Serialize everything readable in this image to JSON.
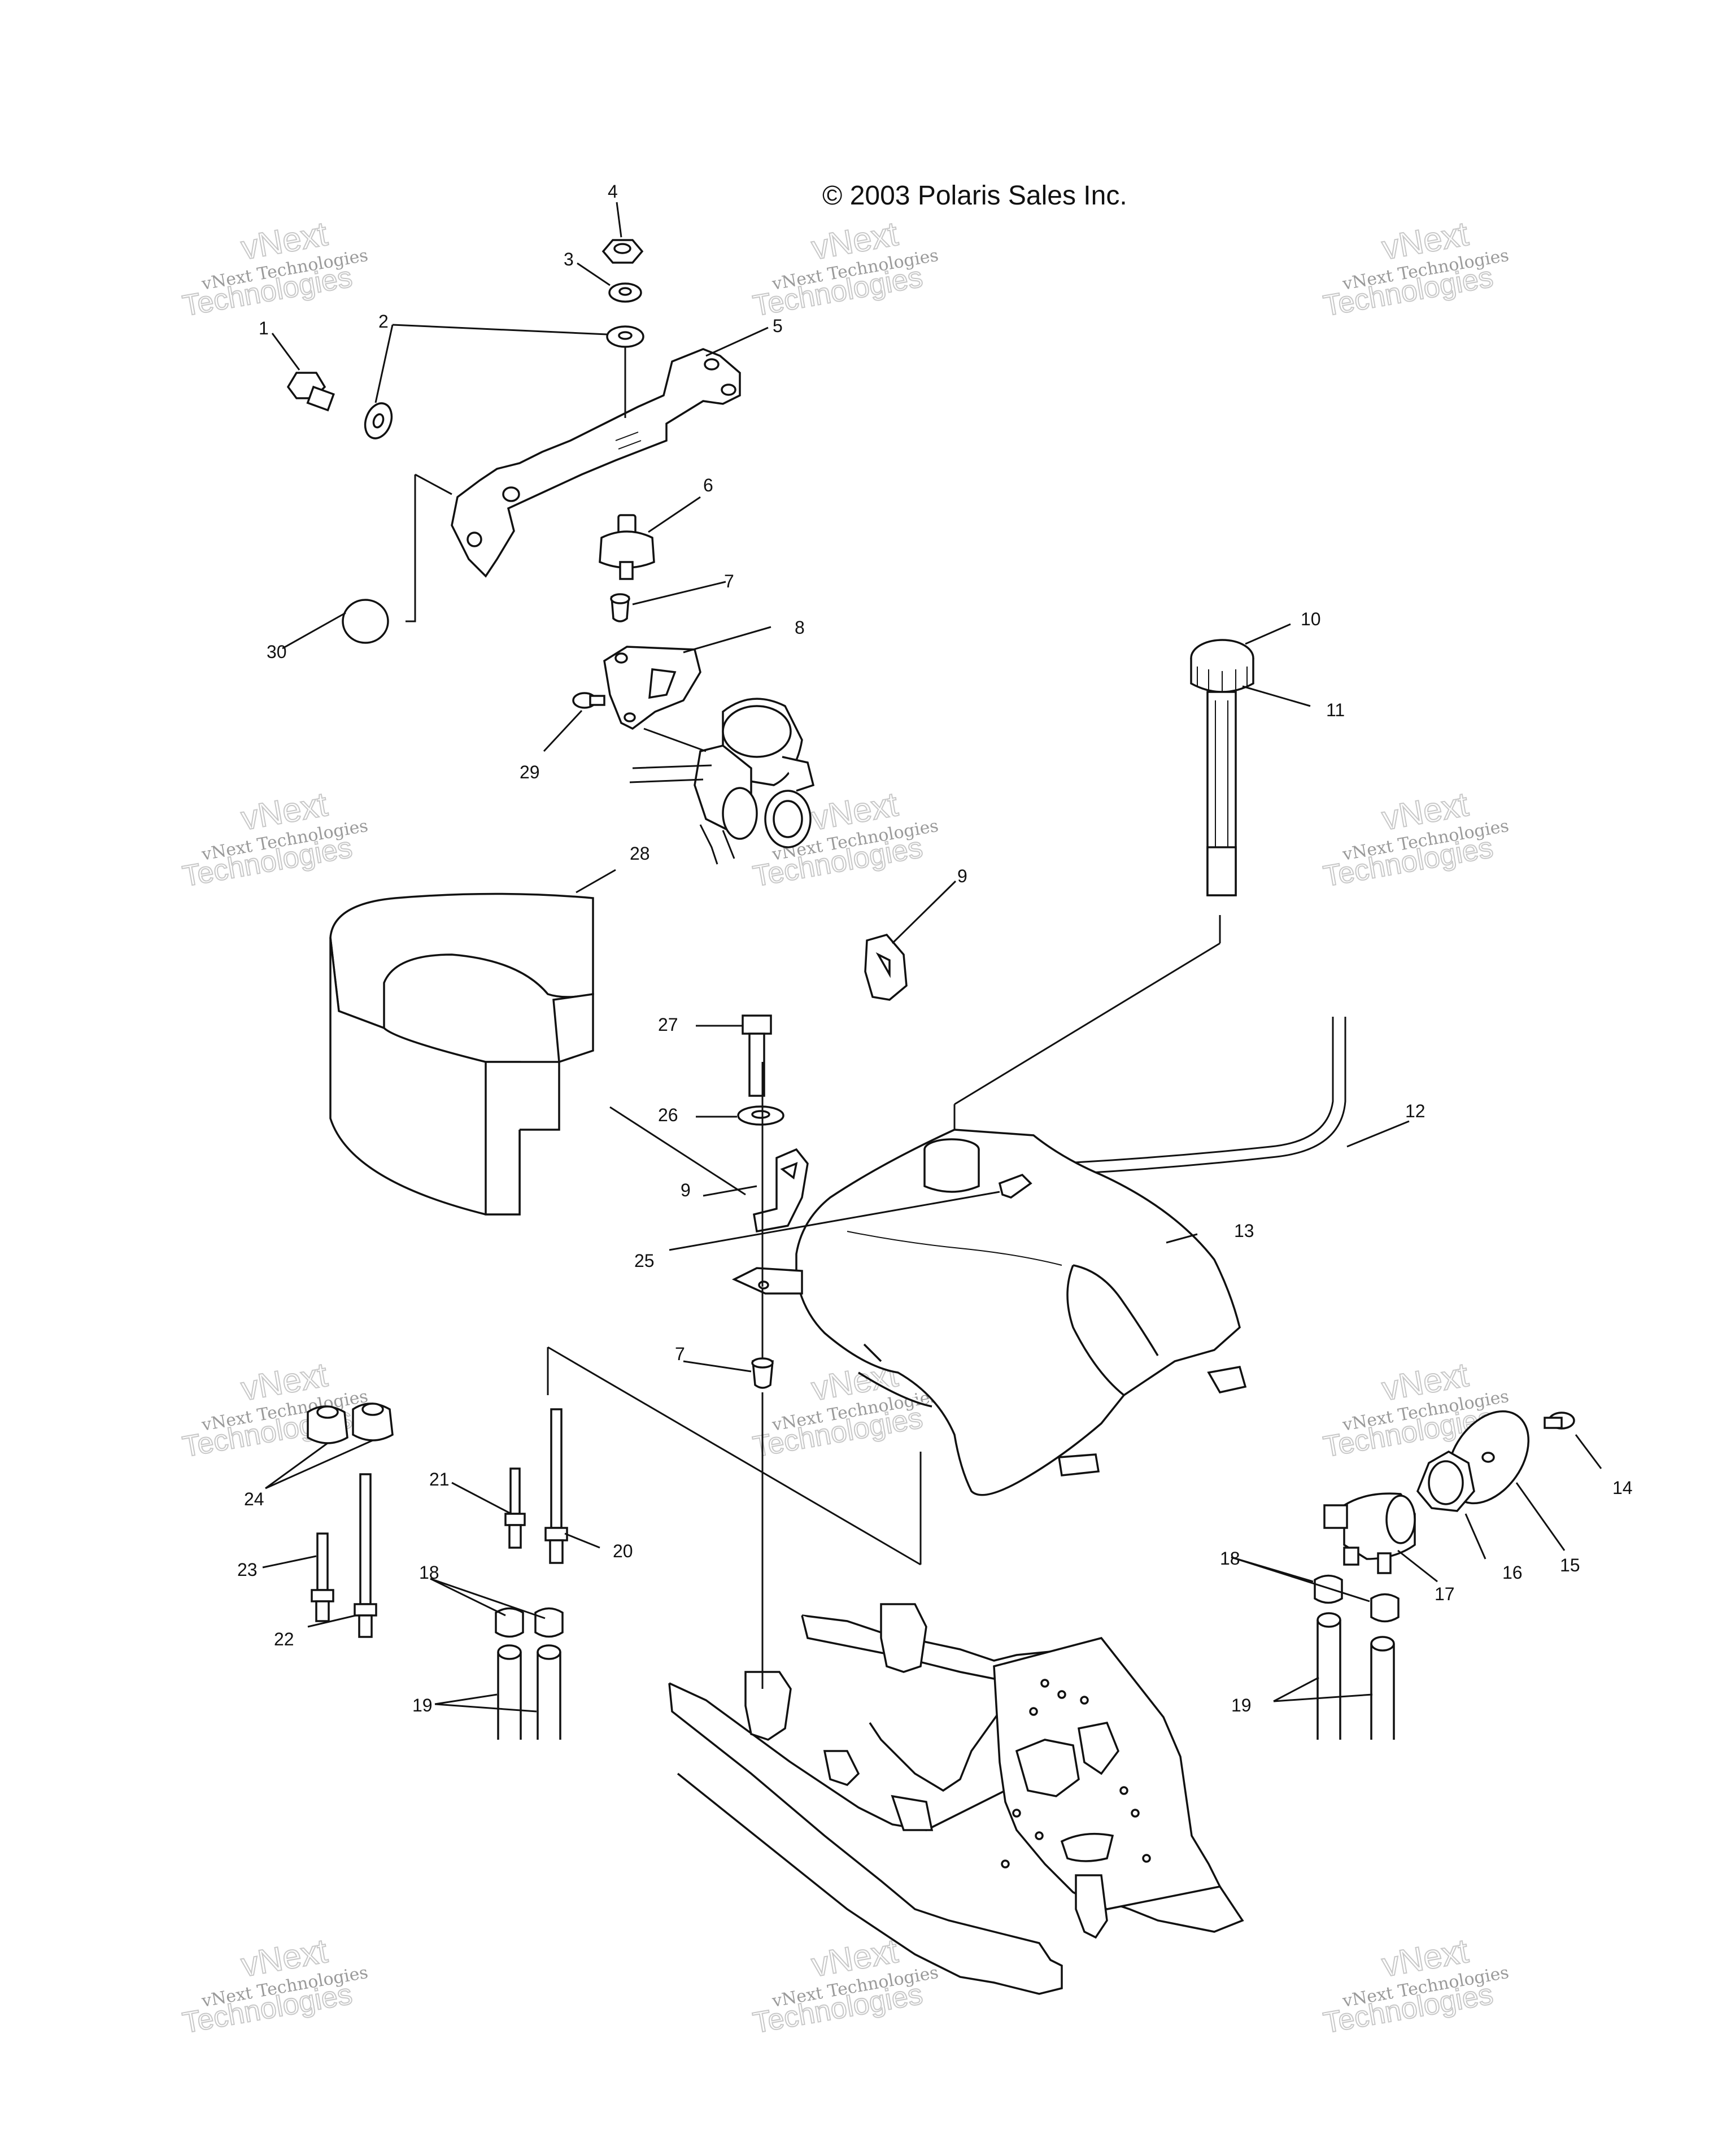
{
  "copyright": "© 2003 Polaris Sales Inc.",
  "watermark": {
    "line1": "vNext Technologies",
    "line2": "vNext",
    "line3": "Technologies"
  },
  "callouts": {
    "c1": "1",
    "c2": "2",
    "c3": "3",
    "c4": "4",
    "c5": "5",
    "c6": "6",
    "c7a": "7",
    "c7b": "7",
    "c8": "8",
    "c9a": "9",
    "c9b": "9",
    "c10": "10",
    "c11": "11",
    "c12": "12",
    "c13": "13",
    "c14": "14",
    "c15": "15",
    "c16": "16",
    "c17": "17",
    "c18a": "18",
    "c18b": "18",
    "c19a": "19",
    "c19b": "19",
    "c20": "20",
    "c21": "21",
    "c22": "22",
    "c23": "23",
    "c24": "24",
    "c25": "25",
    "c26": "26",
    "c27": "27",
    "c28": "28",
    "c29": "29",
    "c30": "30"
  }
}
